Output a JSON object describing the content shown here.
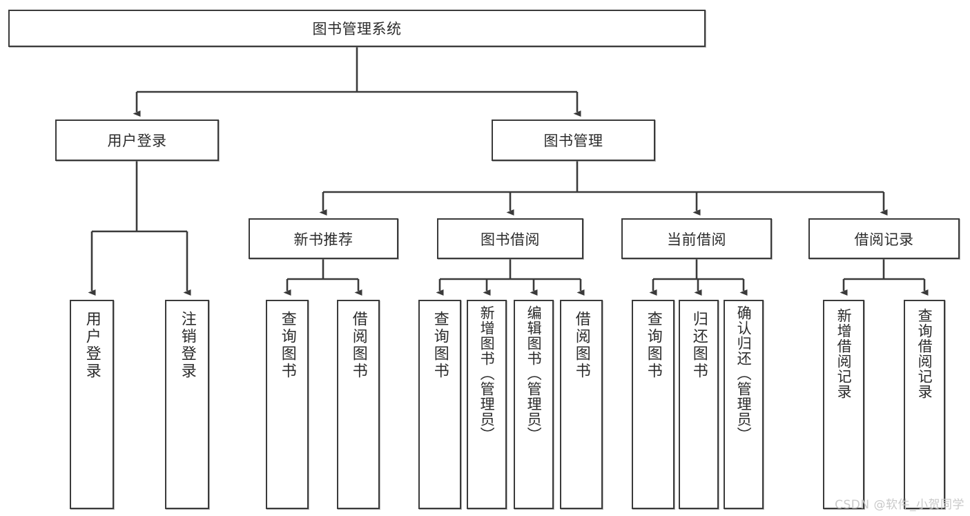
{
  "diagram": {
    "type": "tree-hierarchy",
    "title": "图书管理系统",
    "watermark": "CSDN @软件_小贺同学",
    "root": {
      "id": "root",
      "label": "图书管理系统"
    },
    "level2": [
      {
        "id": "user-login",
        "label": "用户登录"
      },
      {
        "id": "book-management",
        "label": "图书管理"
      }
    ],
    "level3": [
      {
        "id": "new-book-recommend",
        "label": "新书推荐",
        "parent": "book-management"
      },
      {
        "id": "book-borrow",
        "label": "图书借阅",
        "parent": "book-management"
      },
      {
        "id": "current-borrow",
        "label": "当前借阅",
        "parent": "book-management"
      },
      {
        "id": "borrow-record",
        "label": "借阅记录",
        "parent": "book-management"
      }
    ],
    "leaves": [
      {
        "id": "leaf-user-login",
        "label": "用户登录",
        "parent": "user-login"
      },
      {
        "id": "leaf-logout-login",
        "label": "注销登录",
        "parent": "user-login"
      },
      {
        "id": "leaf-query-book-1",
        "label": "查询图书",
        "parent": "new-book-recommend"
      },
      {
        "id": "leaf-borrow-book-1",
        "label": "借阅图书",
        "parent": "new-book-recommend"
      },
      {
        "id": "leaf-query-book-2",
        "label": "查询图书",
        "parent": "book-borrow"
      },
      {
        "id": "leaf-add-book",
        "label": "新增图书（管理员）",
        "parent": "book-borrow"
      },
      {
        "id": "leaf-edit-book",
        "label": "编辑图书（管理员）",
        "parent": "book-borrow"
      },
      {
        "id": "leaf-borrow-book-2",
        "label": "借阅图书",
        "parent": "book-borrow"
      },
      {
        "id": "leaf-query-book-3",
        "label": "查询图书",
        "parent": "current-borrow"
      },
      {
        "id": "leaf-return-book",
        "label": "归还图书",
        "parent": "current-borrow"
      },
      {
        "id": "leaf-confirm-return",
        "label": "确认归还（管理员）",
        "parent": "current-borrow"
      },
      {
        "id": "leaf-add-record",
        "label": "新增借阅记录",
        "parent": "borrow-record"
      },
      {
        "id": "leaf-query-record",
        "label": "查询借阅记录",
        "parent": "borrow-record"
      }
    ],
    "colors": {
      "stroke": "#3a3a3a",
      "fill": "#ffffff",
      "text": "#2b2b2b",
      "watermark": "#c9c9c9"
    }
  }
}
